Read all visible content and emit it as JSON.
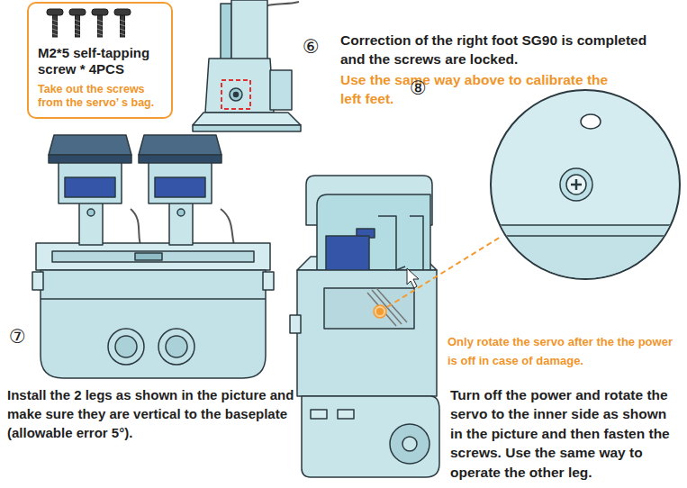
{
  "diagram": {
    "nodes": [
      {
        "text": [
          "M2*5 self-tapping screw * 4PCS",
          "Take out the screws from the servo’ s bag."
        ]
      }
    ],
    "labels": [
      "⑥",
      "Correction of the right foot SG90 is completed and the screws are locked.",
      "Use the same way above to calibrate the left feet.",
      "⑦",
      "Install the 2 legs as shown in the picture and make sure they are vertical to the baseplate (allowable error 5°).",
      "⑧",
      "Only rotate the servo after the the power is off in case of damage.",
      "Turn off the power and rotate the servo to the inner side as shown in the picture and then fasten the screws. Use the same way to operate the other leg."
    ]
  }
}
